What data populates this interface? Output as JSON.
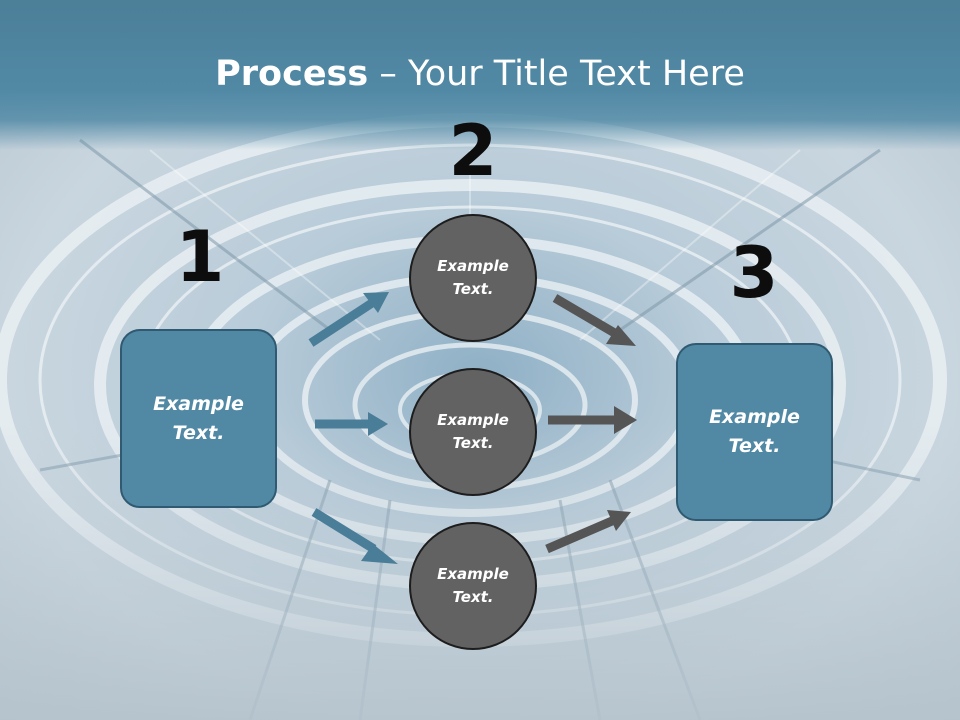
{
  "title": {
    "bold": "Process",
    "rest": " – Your Title Text Here"
  },
  "steps": {
    "one": "1",
    "two": "2",
    "three": "3"
  },
  "left_box": {
    "line1": "Example",
    "line2": "Text."
  },
  "right_box": {
    "line1": "Example",
    "line2": "Text."
  },
  "circles": [
    {
      "line1": "Example",
      "line2": "Text."
    },
    {
      "line1": "Example",
      "line2": "Text."
    },
    {
      "line1": "Example",
      "line2": "Text."
    }
  ],
  "colors": {
    "title_bar": "#5189a5",
    "box_fill": "#5189a5",
    "circle_fill": "#626262",
    "blue_arrow": "#4a7d98",
    "grey_arrow": "#555555"
  }
}
